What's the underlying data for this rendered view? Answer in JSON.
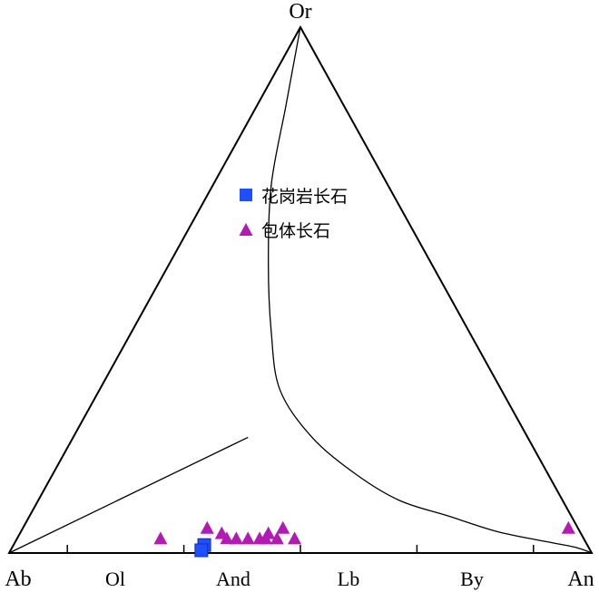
{
  "chart_data": {
    "type": "scatter",
    "subtype": "ternary",
    "vertices": {
      "top": "Or",
      "left": "Ab",
      "right": "An"
    },
    "base_tick_labels": [
      "Ol",
      "And",
      "Lb",
      "By"
    ],
    "base_tick_An_fractions": [
      0.1,
      0.3,
      0.5,
      0.7,
      0.9
    ],
    "legend": {
      "position": "center"
    },
    "series": [
      {
        "name": "花岗岩长石",
        "marker": "square",
        "color": "#1f4fff",
        "points": [
          {
            "Ab": 0.66,
            "An": 0.33,
            "Or": 0.01
          },
          {
            "Ab": 0.67,
            "An": 0.33,
            "Or": 0.0
          }
        ]
      },
      {
        "name": "包体长石",
        "marker": "triangle",
        "color": "#b31ab3",
        "points": [
          {
            "Ab": 0.73,
            "An": 0.25,
            "Or": 0.02
          },
          {
            "Ab": 0.64,
            "An": 0.32,
            "Or": 0.04
          },
          {
            "Ab": 0.62,
            "An": 0.35,
            "Or": 0.03
          },
          {
            "Ab": 0.61,
            "An": 0.36,
            "Or": 0.02
          },
          {
            "Ab": 0.6,
            "An": 0.38,
            "Or": 0.02
          },
          {
            "Ab": 0.58,
            "An": 0.4,
            "Or": 0.02
          },
          {
            "Ab": 0.56,
            "An": 0.42,
            "Or": 0.02
          },
          {
            "Ab": 0.55,
            "An": 0.43,
            "Or": 0.02
          },
          {
            "Ab": 0.54,
            "An": 0.43,
            "Or": 0.03
          },
          {
            "Ab": 0.53,
            "An": 0.45,
            "Or": 0.02
          },
          {
            "Ab": 0.51,
            "An": 0.45,
            "Or": 0.04
          },
          {
            "Ab": 0.5,
            "An": 0.48,
            "Or": 0.02
          },
          {
            "Ab": 0.02,
            "An": 0.94,
            "Or": 0.04
          }
        ]
      }
    ],
    "boundary_curves": [
      {
        "name": "solvus",
        "points": [
          {
            "Or": 1.0,
            "Ab": 0.0,
            "An": 0.0
          },
          {
            "Or": 0.85,
            "Ab": 0.1,
            "An": 0.05
          },
          {
            "Or": 0.7,
            "Ab": 0.2,
            "An": 0.1
          },
          {
            "Or": 0.55,
            "Ab": 0.28,
            "An": 0.17
          },
          {
            "Or": 0.42,
            "Ab": 0.34,
            "An": 0.24
          },
          {
            "Or": 0.31,
            "Ab": 0.38,
            "An": 0.31
          },
          {
            "Or": 0.22,
            "Ab": 0.37,
            "An": 0.41
          },
          {
            "Or": 0.15,
            "Ab": 0.33,
            "An": 0.52
          },
          {
            "Or": 0.1,
            "Ab": 0.28,
            "An": 0.62
          },
          {
            "Or": 0.07,
            "Ab": 0.21,
            "An": 0.72
          },
          {
            "Or": 0.04,
            "Ab": 0.14,
            "An": 0.82
          },
          {
            "Or": 0.02,
            "Ab": 0.06,
            "An": 0.92
          },
          {
            "Or": 0.01,
            "Ab": 0.02,
            "An": 0.97
          },
          {
            "Or": 0.0,
            "Ab": 0.0,
            "An": 1.0
          }
        ]
      },
      {
        "name": "Ab-join",
        "points": [
          {
            "Or": 0.0,
            "Ab": 1.0,
            "An": 0.0
          },
          {
            "Or": 0.22,
            "Ab": 0.48,
            "An": 0.3
          }
        ]
      }
    ]
  }
}
